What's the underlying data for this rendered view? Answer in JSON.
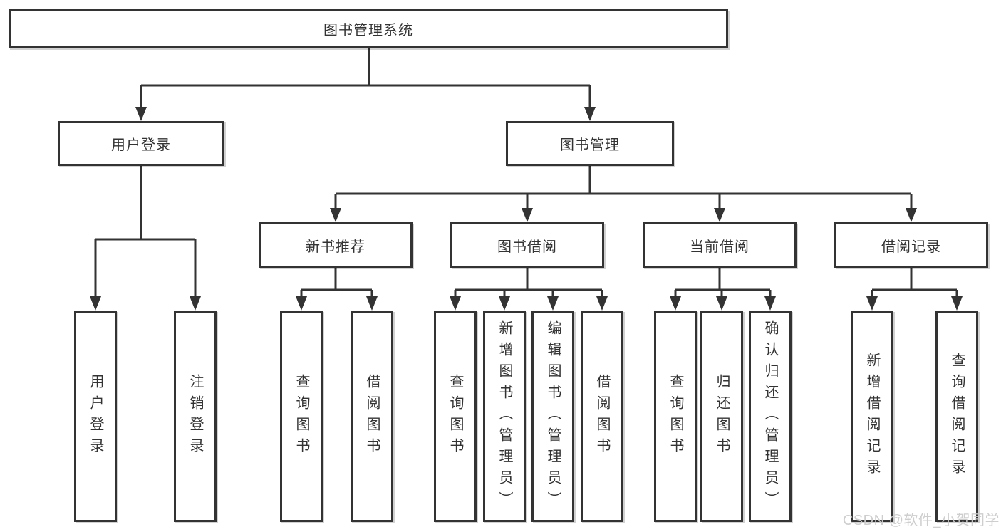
{
  "colors": {
    "line": "#333333",
    "node_border": "#333333",
    "text": "#333333",
    "background": "#ffffff",
    "watermark": "#cbcbcb"
  },
  "watermark": "CSDN @软件_小贺同学",
  "tree": {
    "root": {
      "label": "图书管理系统"
    },
    "user_login": {
      "label": "用户登录",
      "children": {
        "login": {
          "label": "用户登录"
        },
        "logout": {
          "label": "注销登录"
        }
      }
    },
    "book_management": {
      "label": "图书管理",
      "children": {
        "new_book_recommend": {
          "label": "新书推荐",
          "children": {
            "query_book": {
              "label": "查询图书"
            },
            "borrow_book": {
              "label": "借阅图书"
            }
          }
        },
        "book_borrow": {
          "label": "图书借阅",
          "children": {
            "query_book": {
              "label": "查询图书"
            },
            "add_book": {
              "label": "新增图书（管理员）"
            },
            "edit_book": {
              "label": "编辑图书（管理员）"
            },
            "borrow_book": {
              "label": "借阅图书"
            }
          }
        },
        "current_borrow": {
          "label": "当前借阅",
          "children": {
            "query_book": {
              "label": "查询图书"
            },
            "return_book": {
              "label": "归还图书"
            },
            "confirm_return": {
              "label": "确认归还（管理员）"
            }
          }
        },
        "borrow_records": {
          "label": "借阅记录",
          "children": {
            "add_record": {
              "label": "新增借阅记录"
            },
            "query_record": {
              "label": "查询借阅记录"
            }
          }
        }
      }
    }
  }
}
